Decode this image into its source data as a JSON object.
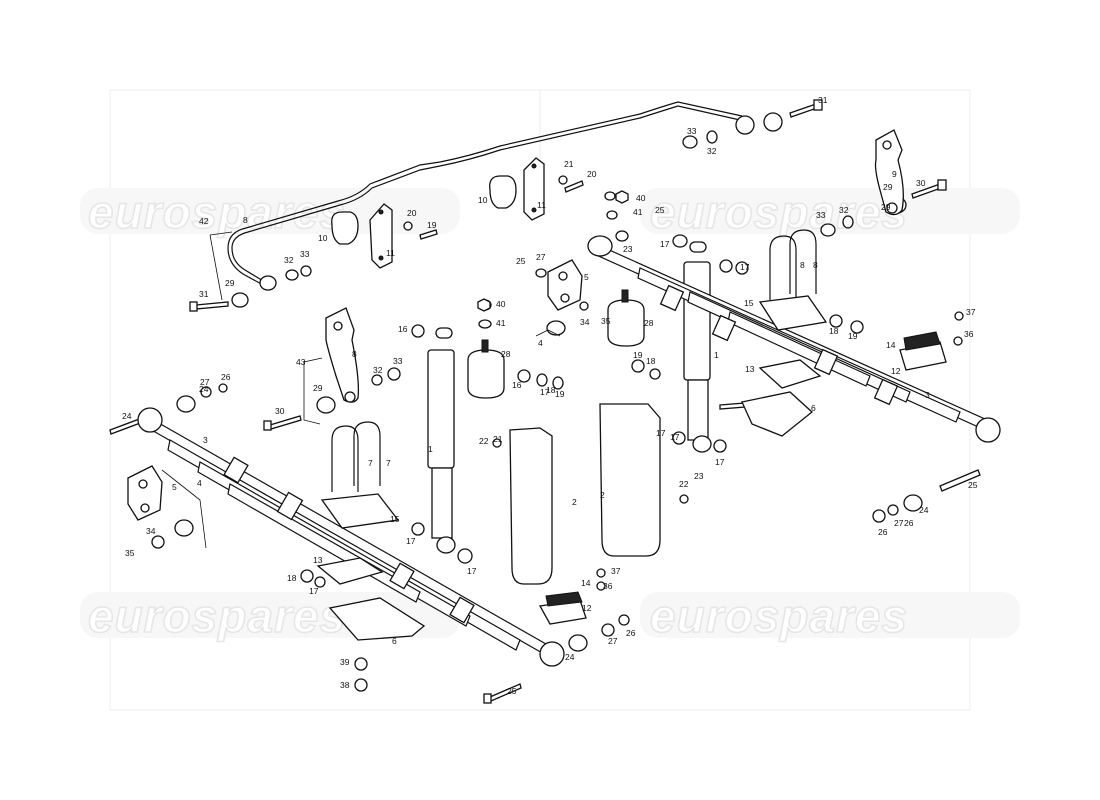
{
  "watermarks": [
    {
      "text": "eurospares"
    },
    {
      "text": "eurospares"
    },
    {
      "text": "eurospares"
    },
    {
      "text": "eurospares"
    }
  ],
  "labels": [
    "1",
    "1",
    "2",
    "2",
    "3",
    "3",
    "4",
    "4",
    "5",
    "5",
    "6",
    "6",
    "7",
    "7",
    "8",
    "8",
    "8",
    "8",
    "9",
    "10",
    "10",
    "11",
    "11",
    "12",
    "12",
    "13",
    "13",
    "14",
    "14",
    "15",
    "15",
    "16",
    "16",
    "17",
    "17",
    "17",
    "17",
    "17",
    "17",
    "17",
    "17",
    "17",
    "18",
    "18",
    "18",
    "18",
    "19",
    "19",
    "19",
    "19",
    "20",
    "20",
    "21",
    "21",
    "22",
    "22",
    "23",
    "23",
    "24",
    "24",
    "24",
    "24",
    "25",
    "25",
    "25",
    "25",
    "26",
    "26",
    "26",
    "26",
    "27",
    "27",
    "27",
    "27",
    "28",
    "28",
    "29",
    "29",
    "29",
    "29",
    "30",
    "30",
    "31",
    "31",
    "32",
    "32",
    "32",
    "32",
    "33",
    "33",
    "33",
    "33",
    "34",
    "34",
    "35",
    "35",
    "36",
    "36",
    "37",
    "37",
    "38",
    "39",
    "40",
    "40",
    "41",
    "41",
    "42",
    "43"
  ]
}
